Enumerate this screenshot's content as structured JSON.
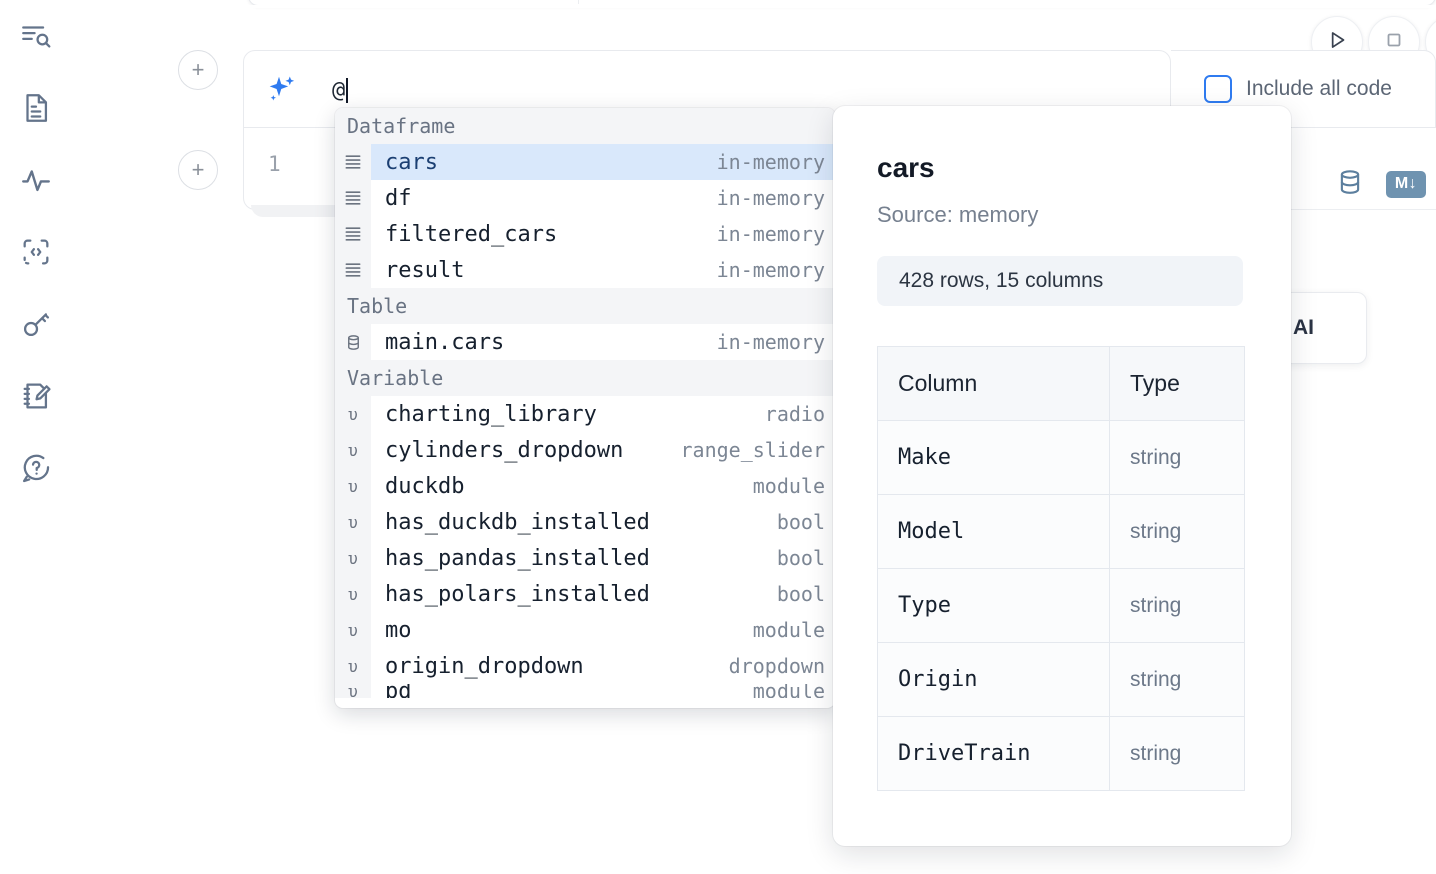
{
  "sidebar": {
    "items": [
      {
        "icon": "outline-search-icon",
        "name": "sidebar-item-outline"
      },
      {
        "icon": "file-text-icon",
        "name": "sidebar-item-files"
      },
      {
        "icon": "activity-pulse-icon",
        "name": "sidebar-item-variables"
      },
      {
        "icon": "code-brackets-icon",
        "name": "sidebar-item-snippets"
      },
      {
        "icon": "key-icon",
        "name": "sidebar-item-secrets"
      },
      {
        "icon": "notebook-pencil-icon",
        "name": "sidebar-item-scratchpad"
      },
      {
        "icon": "chat-question-icon",
        "name": "sidebar-item-help"
      }
    ]
  },
  "prompt": {
    "add_label": "+",
    "sparkle_icon": "ai-sparkle-icon",
    "value": "@"
  },
  "cell": {
    "add_label": "+",
    "line_number": "1",
    "database_icon": "database-icon",
    "markdown_badge": "M↓"
  },
  "toolbar": {
    "run_icon": "play-triangle-icon",
    "stop_icon": "stop-square-icon",
    "include_all_code_label": "Include all code",
    "include_all_code_checked": false,
    "accent_color": "#2f7bf0"
  },
  "ai_card": {
    "label": "h AI"
  },
  "autocomplete": {
    "sections": [
      {
        "title": "Dataframe",
        "kind": "dataframe",
        "items": [
          {
            "icon": "dataframe-rows-icon",
            "name": "cars",
            "type": "in-memory",
            "selected": true
          },
          {
            "icon": "dataframe-rows-icon",
            "name": "df",
            "type": "in-memory",
            "selected": false
          },
          {
            "icon": "dataframe-rows-icon",
            "name": "filtered_cars",
            "type": "in-memory",
            "selected": false
          },
          {
            "icon": "dataframe-rows-icon",
            "name": "result",
            "type": "in-memory",
            "selected": false
          }
        ]
      },
      {
        "title": "Table",
        "kind": "table",
        "items": [
          {
            "icon": "database-icon",
            "name": "main.cars",
            "type": "in-memory",
            "selected": false
          }
        ]
      },
      {
        "title": "Variable",
        "kind": "variable",
        "items": [
          {
            "icon": "variable-upsilon-icon",
            "name": "charting_library",
            "type": "radio",
            "selected": false
          },
          {
            "icon": "variable-upsilon-icon",
            "name": "cylinders_dropdown",
            "type": "range_slider",
            "selected": false
          },
          {
            "icon": "variable-upsilon-icon",
            "name": "duckdb",
            "type": "module",
            "selected": false
          },
          {
            "icon": "variable-upsilon-icon",
            "name": "has_duckdb_installed",
            "type": "bool",
            "selected": false
          },
          {
            "icon": "variable-upsilon-icon",
            "name": "has_pandas_installed",
            "type": "bool",
            "selected": false
          },
          {
            "icon": "variable-upsilon-icon",
            "name": "has_polars_installed",
            "type": "bool",
            "selected": false
          },
          {
            "icon": "variable-upsilon-icon",
            "name": "mo",
            "type": "module",
            "selected": false
          },
          {
            "icon": "variable-upsilon-icon",
            "name": "origin_dropdown",
            "type": "dropdown",
            "selected": false
          }
        ]
      }
    ]
  },
  "doc_panel": {
    "title": "cars",
    "source": "Source: memory",
    "shape": "428 rows, 15 columns",
    "table": {
      "headers": [
        "Column",
        "Type"
      ],
      "rows": [
        [
          "Make",
          "string"
        ],
        [
          "Model",
          "string"
        ],
        [
          "Type",
          "string"
        ],
        [
          "Origin",
          "string"
        ],
        [
          "DriveTrain",
          "string"
        ]
      ]
    }
  }
}
